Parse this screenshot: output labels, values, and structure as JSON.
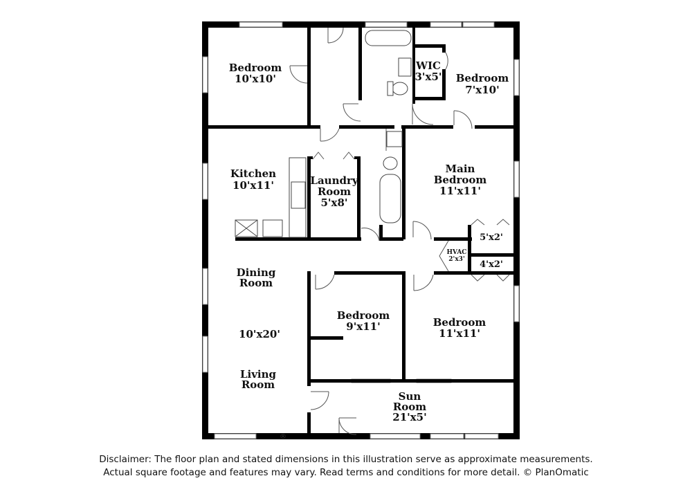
{
  "rooms": {
    "bedroom_nw": {
      "name": "Bedroom",
      "size": "10'x10'"
    },
    "wic": {
      "name": "WIC",
      "size": "3'x5'"
    },
    "bedroom_ne": {
      "name": "Bedroom",
      "size": "7'x10'"
    },
    "kitchen": {
      "name": "Kitchen",
      "size": "10'x11'"
    },
    "laundry": {
      "name_line1": "Laundry",
      "name_line2": "Room",
      "size": "5'x8'"
    },
    "main_bedroom": {
      "name_line1": "Main",
      "name_line2": "Bedroom",
      "size": "11'x11'"
    },
    "closet_a": {
      "size": "5'x2'"
    },
    "hvac": {
      "name": "HVAC",
      "size": "2'x3'"
    },
    "closet_b": {
      "size": "4'x2'"
    },
    "dining": {
      "name_line1": "Dining",
      "name_line2": "Room"
    },
    "dining_living": {
      "size": "10'x20'"
    },
    "living": {
      "name_line1": "Living",
      "name_line2": "Room"
    },
    "bedroom_mid": {
      "name": "Bedroom",
      "size": "9'x11'"
    },
    "bedroom_se": {
      "name": "Bedroom",
      "size": "11'x11'"
    },
    "sun_room": {
      "name_line1": "Sun",
      "name_line2": "Room",
      "size": "21'x5'"
    }
  },
  "registered_mark": "®",
  "disclaimer": {
    "line1": "Disclaimer: The floor plan and stated dimensions in this illustration serve as approximate measurements.",
    "line2": "Actual square footage and features may vary. Read terms and conditions for more detail. © PlanOmatic"
  }
}
